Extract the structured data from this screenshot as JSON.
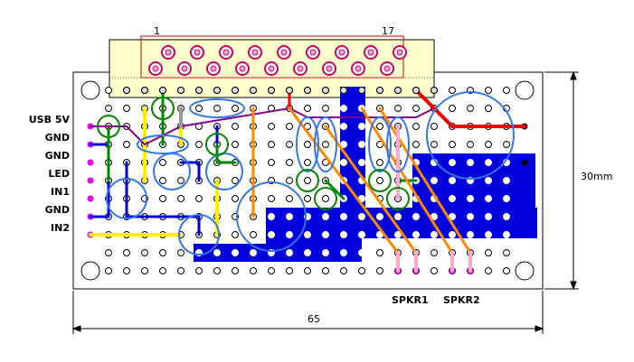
{
  "connector": {
    "pin_first": "1",
    "pin_last": "17"
  },
  "left_labels": [
    "USB 5V",
    "GND",
    "GND",
    "LED",
    "IN1",
    "GND",
    "IN2"
  ],
  "bottom_labels": {
    "spkr1": "SPKR1",
    "spkr2": "SPKR2"
  },
  "dimensions": {
    "width": "65",
    "height": "30mm"
  },
  "colors": {
    "board_fill": "#ffffff",
    "connector_fill": "#ffffcc",
    "ground_copper": "#0000dd",
    "wire_red": "#ee0000",
    "wire_orange": "#ff8800",
    "wire_yellow": "#ffee00",
    "wire_green": "#008800",
    "wire_purple": "#880088",
    "wire_pink": "#ffaacc",
    "highlight_circle": "#3377ee"
  }
}
